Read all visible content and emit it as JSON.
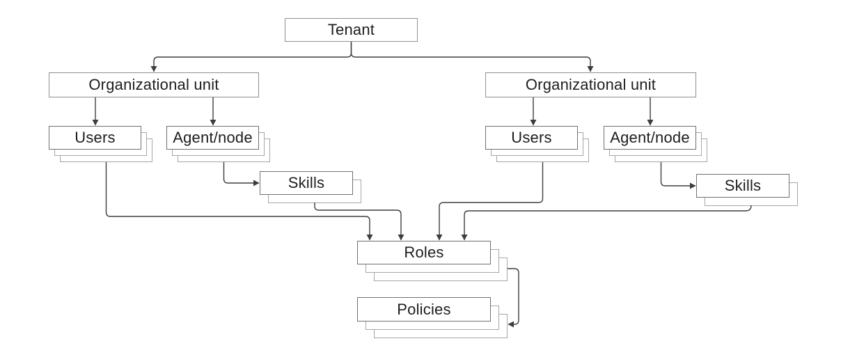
{
  "nodes": {
    "tenant": {
      "label": "Tenant"
    },
    "ou_left": {
      "label": "Organizational unit"
    },
    "ou_right": {
      "label": "Organizational unit"
    },
    "users_left": {
      "label": "Users"
    },
    "agent_left": {
      "label": "Agent/node"
    },
    "skills_left": {
      "label": "Skills"
    },
    "users_right": {
      "label": "Users"
    },
    "agent_right": {
      "label": "Agent/node"
    },
    "skills_right": {
      "label": "Skills"
    },
    "roles": {
      "label": "Roles"
    },
    "policies": {
      "label": "Policies"
    }
  },
  "edges": [
    {
      "from": "tenant",
      "to": "ou_left"
    },
    {
      "from": "tenant",
      "to": "ou_right"
    },
    {
      "from": "ou_left",
      "to": "users_left"
    },
    {
      "from": "ou_left",
      "to": "agent_left"
    },
    {
      "from": "ou_right",
      "to": "users_right"
    },
    {
      "from": "ou_right",
      "to": "agent_right"
    },
    {
      "from": "agent_left",
      "to": "skills_left"
    },
    {
      "from": "agent_right",
      "to": "skills_right"
    },
    {
      "from": "users_left",
      "to": "roles"
    },
    {
      "from": "skills_left",
      "to": "roles"
    },
    {
      "from": "users_right",
      "to": "roles"
    },
    {
      "from": "skills_right",
      "to": "roles"
    },
    {
      "from": "roles",
      "to": "policies"
    }
  ],
  "colors": {
    "background": "#ffffff",
    "box_border": "#6f6f6f",
    "single_box_border": "#8f8f8f",
    "stack_layer_border": "#a6a6a6",
    "connector": "#3d3d3d",
    "text": "#1d1d1d"
  }
}
